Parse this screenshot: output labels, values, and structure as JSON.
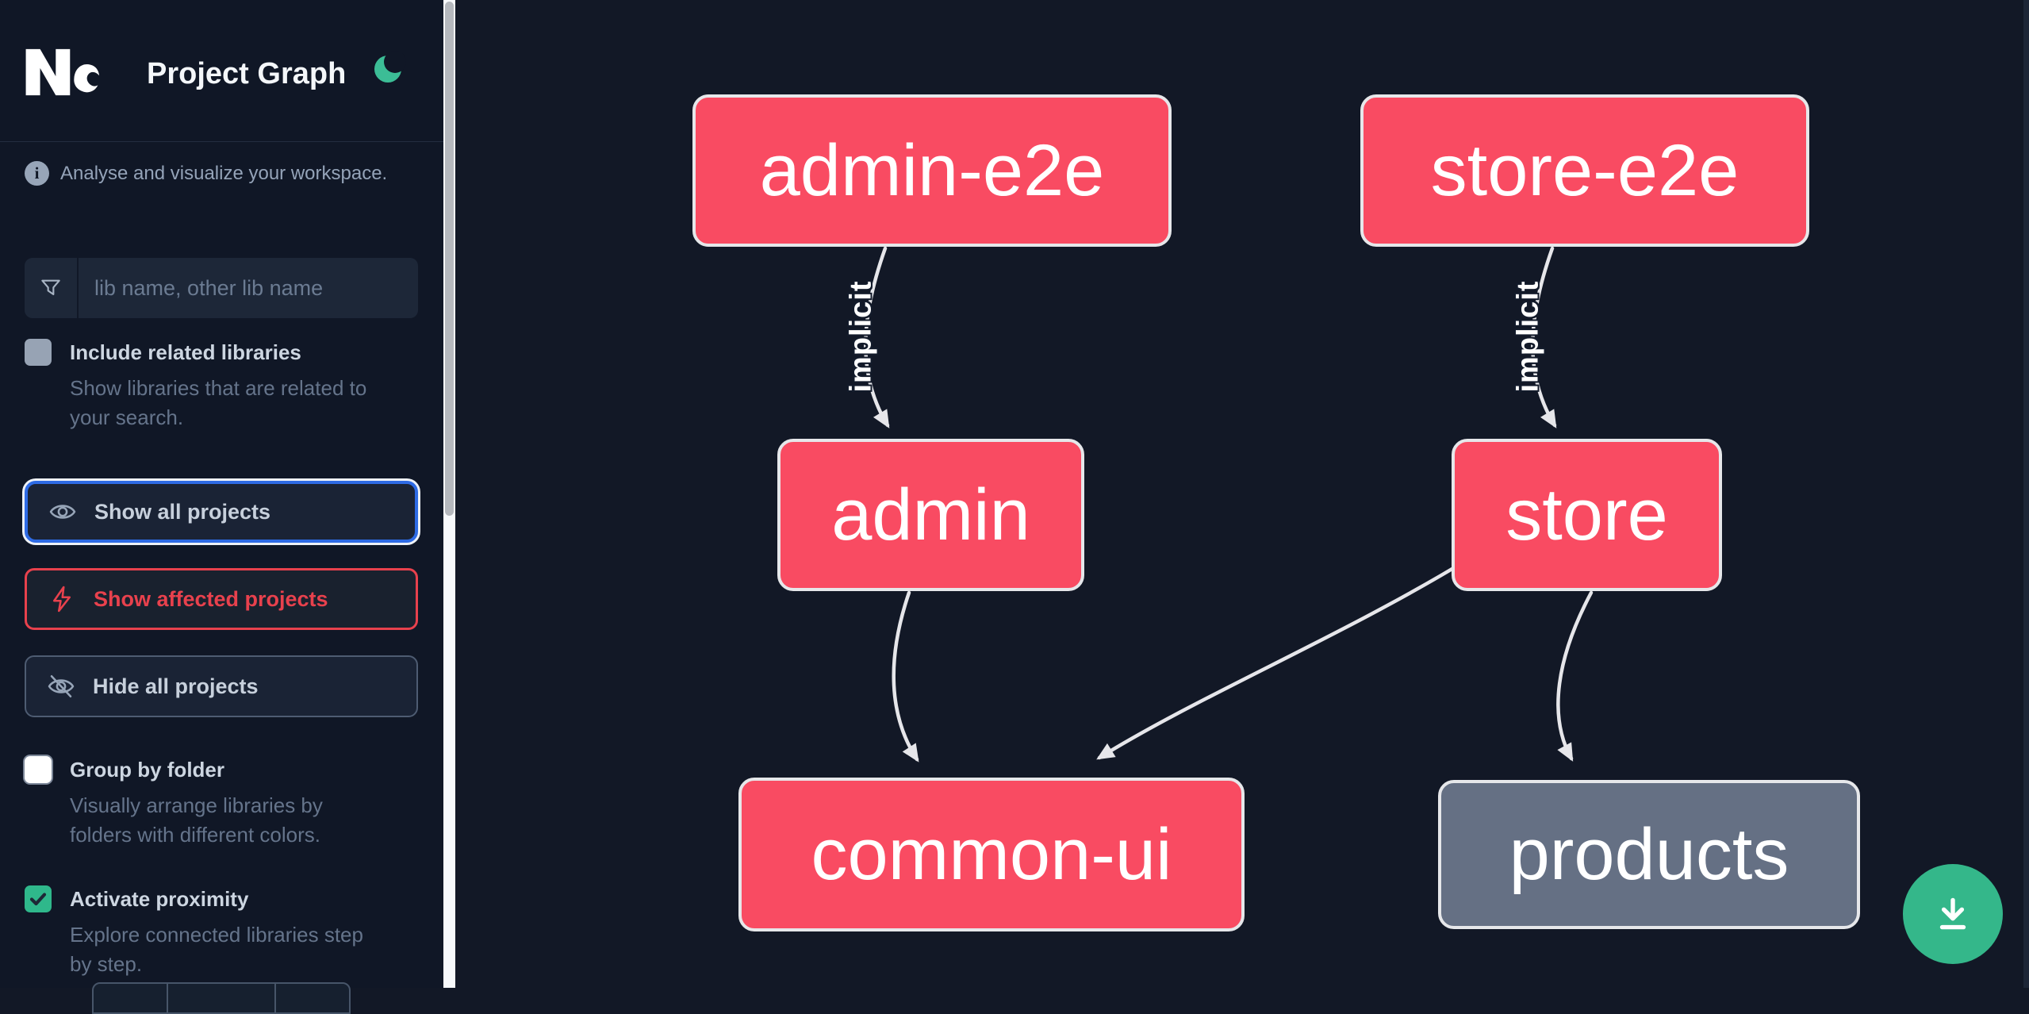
{
  "header": {
    "app_name": "Nx",
    "title": "Project Graph",
    "theme_icon": "moon-icon"
  },
  "sidebar": {
    "tagline": "Analyse and visualize your workspace.",
    "search": {
      "placeholder": "lib name, other lib name",
      "icon": "funnel-icon"
    },
    "options": [
      {
        "label": "Include related libraries",
        "description": "Show libraries that are related to your search.",
        "checked": false
      },
      {
        "label": "Group by folder",
        "description": "Visually arrange libraries by folders with different colors.",
        "checked": false
      },
      {
        "label": "Activate proximity",
        "description": "Explore connected libraries step by step.",
        "checked": true
      }
    ],
    "actions": [
      {
        "label": "Show all projects",
        "icon": "eye-icon",
        "state": "focused"
      },
      {
        "label": "Show affected projects",
        "icon": "bolt-icon",
        "state": "affected"
      },
      {
        "label": "Hide all projects",
        "icon": "eye-off-icon",
        "state": "default"
      }
    ]
  },
  "graph": {
    "nodes": [
      {
        "id": "admin-e2e",
        "label": "admin-e2e",
        "color": "pink"
      },
      {
        "id": "store-e2e",
        "label": "store-e2e",
        "color": "pink"
      },
      {
        "id": "admin",
        "label": "admin",
        "color": "pink"
      },
      {
        "id": "store",
        "label": "store",
        "color": "pink"
      },
      {
        "id": "common-ui",
        "label": "common-ui",
        "color": "pink"
      },
      {
        "id": "products",
        "label": "products",
        "color": "gray"
      }
    ],
    "edges": [
      {
        "source": "admin-e2e",
        "target": "admin",
        "label": "implicit"
      },
      {
        "source": "store-e2e",
        "target": "store",
        "label": "implicit"
      },
      {
        "source": "admin",
        "target": "common-ui",
        "label": ""
      },
      {
        "source": "store",
        "target": "common-ui",
        "label": ""
      },
      {
        "source": "store",
        "target": "products",
        "label": ""
      }
    ]
  },
  "fab": {
    "icon": "download-icon"
  },
  "colors": {
    "node_pink": "#f94b62",
    "node_gray": "#657084",
    "edge": "#e6e6ea",
    "accent_blue": "#2e6be5",
    "affected_red": "#e8414d",
    "green": "#34b78a",
    "sidebar_bg": "#101726",
    "canvas_bg": "#121826"
  }
}
